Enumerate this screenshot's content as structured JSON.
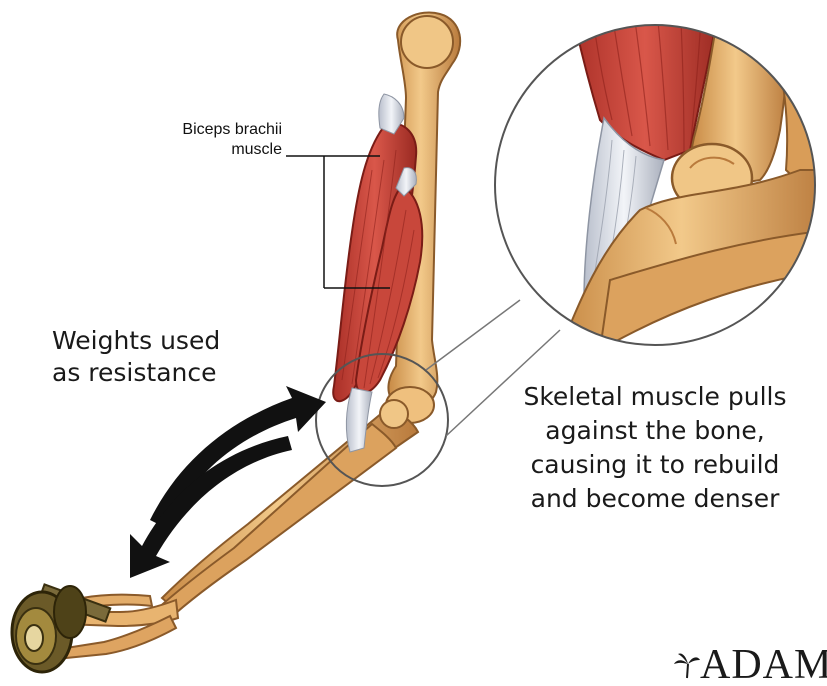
{
  "labels": {
    "biceps": {
      "line1": "Biceps brachii",
      "line2": "muscle"
    },
    "weights": {
      "line1": "Weights used",
      "line2": "as resistance"
    },
    "caption": {
      "line1": "Skeletal muscle pulls",
      "line2": "against the bone,",
      "line3": "causing it to rebuild",
      "line4": "and become denser"
    }
  },
  "logo": {
    "text": "ADAM"
  },
  "colors": {
    "bone": "#e7b46e",
    "bone_shadow": "#b97a3c",
    "muscle": "#c94438",
    "muscle_dark": "#8e221c",
    "tendon": "#dfe3ec",
    "arrow": "#111111",
    "circle": "#555555"
  }
}
